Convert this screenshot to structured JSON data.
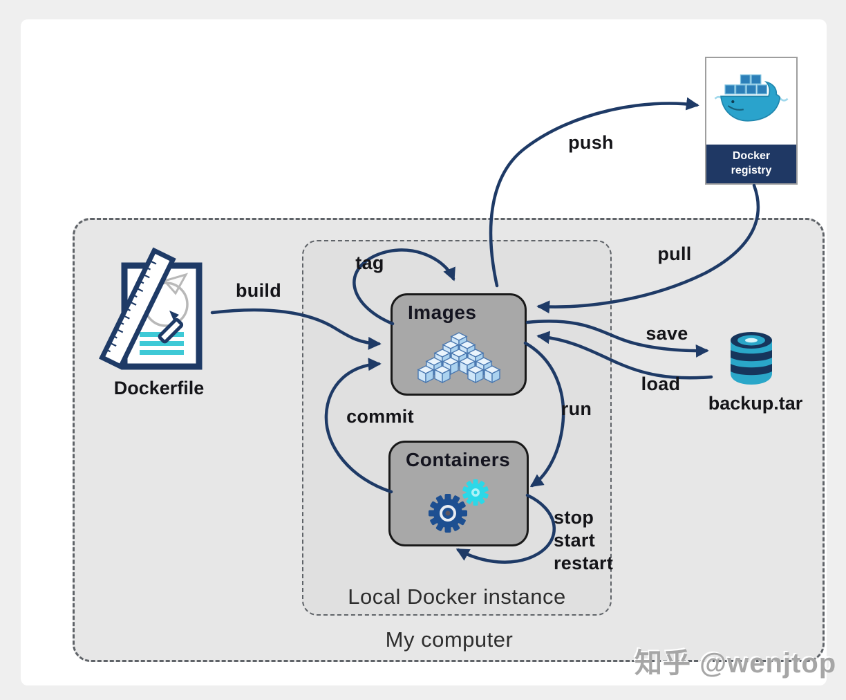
{
  "nodes": {
    "dockerfile": {
      "label": "Dockerfile"
    },
    "images": {
      "label": "Images"
    },
    "containers": {
      "label": "Containers"
    },
    "registry": {
      "line1": "Docker",
      "line2": "registry"
    },
    "backup": {
      "label": "backup.tar"
    }
  },
  "groups": {
    "local": {
      "label": "Local Docker instance"
    },
    "computer": {
      "label": "My computer"
    }
  },
  "edges": {
    "build": {
      "label": "build"
    },
    "tag": {
      "label": "tag"
    },
    "push": {
      "label": "push"
    },
    "pull": {
      "label": "pull"
    },
    "save": {
      "label": "save"
    },
    "load": {
      "label": "load"
    },
    "run": {
      "label": "run"
    },
    "commit": {
      "label": "commit"
    },
    "stop": {
      "label": "stop"
    },
    "start": {
      "label": "start"
    },
    "restart": {
      "label": "restart"
    }
  },
  "watermark": {
    "text": "知乎 @wenjtop"
  },
  "icons": {
    "dockerfile": "document-ruler-magnifier-icon",
    "images": "cubes-stack-icon",
    "containers": "gears-icon",
    "registry": "docker-whale-icon",
    "backup": "database-cylinder-icon"
  },
  "colors": {
    "arrow": "#1e3a66",
    "node_fill": "#a8a8a8",
    "node_border": "#191919",
    "registry_band": "#1f3864",
    "teal_accent": "#3ec9d6",
    "cyan_gear": "#2cd8e8",
    "blue_gear": "#1d4f91",
    "group_fill": "#e7e7e7"
  }
}
